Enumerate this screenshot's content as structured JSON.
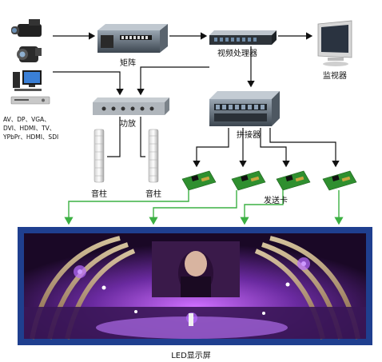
{
  "labels": {
    "matrix": "矩阵",
    "video_processor": "视频处理器",
    "monitor": "监视器",
    "amplifier": "功放",
    "splicer": "拼接器",
    "speaker_left": "音柱",
    "speaker_right": "音柱",
    "sending_card": "发送卡",
    "led_screen": "LED显示屏"
  },
  "source_lines": [
    "AV、DP、VGA、",
    "DVI、HDMI、TV、",
    "YPbPr、HDMI、SDI"
  ],
  "colors": {
    "arrow_black": "#111111",
    "arrow_green": "#3cb043",
    "screen_frame": "#1f3f8f",
    "screen_bg": "#2a0d3a",
    "stage_purple": "#a040e0"
  },
  "icons": [
    "camcorder-icon",
    "video-camera-icon",
    "computer-icon",
    "dvd-player-icon",
    "matrix-device-icon",
    "video-processor-icon",
    "monitor-icon",
    "amplifier-icon",
    "splicer-icon",
    "speaker-column-icon",
    "sending-card-icon",
    "led-screen-image"
  ]
}
